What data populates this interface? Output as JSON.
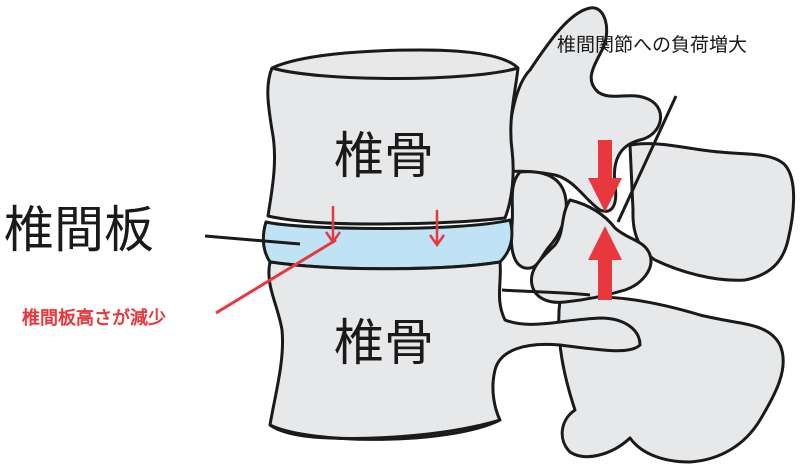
{
  "labels": {
    "vertebra_upper": "椎骨",
    "vertebra_lower": "椎骨",
    "disc": "椎間板",
    "facet_load": "椎間関節への負荷増大",
    "disc_height": "椎間板高さが減少"
  },
  "colors": {
    "bone_fill": "#e6e8ea",
    "outline": "#1a1a1a",
    "disc_fill": "#bfe3f4",
    "accent_red": "#e8383d"
  }
}
